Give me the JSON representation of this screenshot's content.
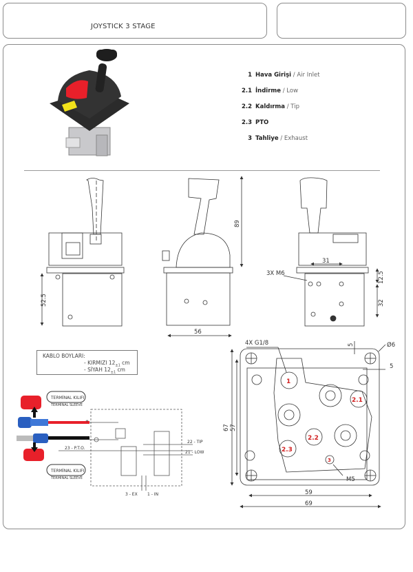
{
  "header": {
    "title": "JOYSTICK 3 STAGE"
  },
  "legend": [
    {
      "num": "1",
      "tr": "Hava Girişi",
      "en": "/ Air Inlet"
    },
    {
      "num": "2.1",
      "tr": "İndirme",
      "en": "/ Low"
    },
    {
      "num": "2.2",
      "tr": "Kaldırma",
      "en": "/ Tip"
    },
    {
      "num": "2.3",
      "tr": "PTO",
      "en": ""
    },
    {
      "num": "3",
      "tr": "Tahliye",
      "en": "/ Exhaust"
    }
  ],
  "dimensions": {
    "front_height": "52.5",
    "side_height": "89",
    "side_width": "56",
    "rear_spacing": "31",
    "rear_thread": "3X M6",
    "rear_h1": "12.5",
    "rear_h2": "32",
    "bottom_ports": "4X G1/8",
    "hole_dia": "Ø6",
    "edge_top": "5",
    "edge_right": "5",
    "bottom_h_outer": "67",
    "bottom_h_inner": "57",
    "bottom_w_inner": "59",
    "bottom_w_outer": "69",
    "exhaust_thread": "M5"
  },
  "ports": {
    "p1": "1",
    "p21": "2.1",
    "p22": "2.2",
    "p23": "2.3",
    "p3": "3"
  },
  "cable": {
    "heading": "KABLO BOYLARI:",
    "red": "- KIRMIZI 12",
    "red_unit": "cm",
    "black": "- SİYAH 12",
    "black_unit": "cm",
    "tolerance": "±1"
  },
  "schematic": {
    "sleeve_tr": "TERMİNAL KILIFI",
    "sleeve_en": "TERMİNAL SLEEVE",
    "pto": "23 - P.T.O.",
    "tip": "22 - TIP",
    "low": "21 - LOW",
    "ex": "3 - EX",
    "in": "1 - IN",
    "plus": "+",
    "minus": "-"
  },
  "colors": {
    "port_label": "#d21f1f",
    "wire_red": "#e8202a",
    "terminal_blue": "#2a5fc0",
    "handle_yellow": "#f2e21a",
    "body_dark": "#2b2b2b"
  }
}
